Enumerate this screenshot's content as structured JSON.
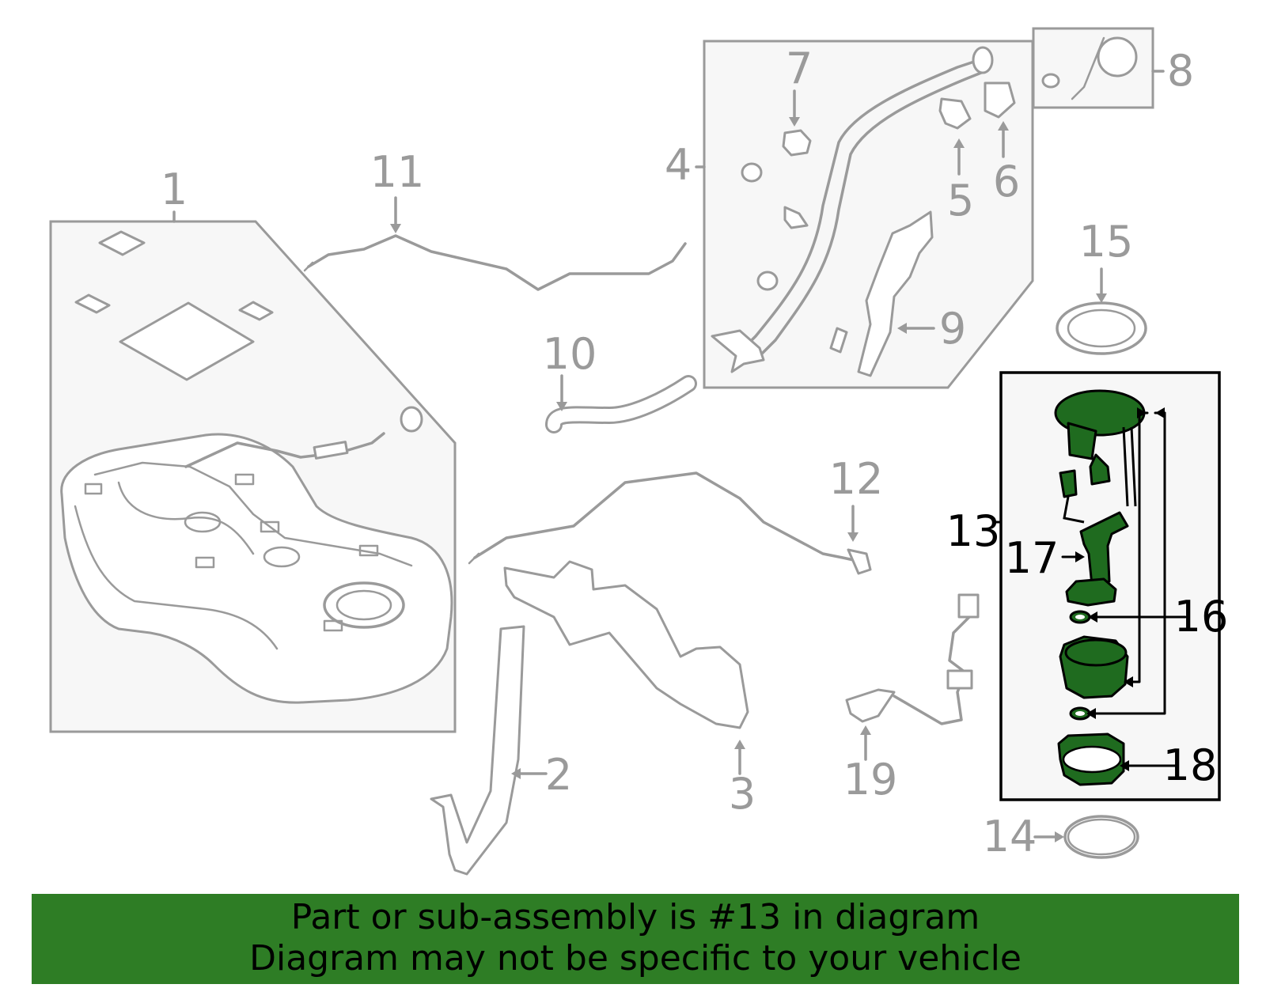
{
  "callouts": {
    "c1": "1",
    "c2": "2",
    "c3": "3",
    "c4": "4",
    "c5": "5",
    "c6": "6",
    "c7": "7",
    "c8": "8",
    "c9": "9",
    "c10": "10",
    "c11": "11",
    "c12": "12",
    "c13": "13",
    "c14": "14",
    "c15": "15",
    "c16": "16",
    "c17": "17",
    "c18": "18",
    "c19": "19"
  },
  "highlighted_part": "13",
  "colors": {
    "highlight": "#1f6b1f",
    "banner": "#2e7d25",
    "outline": "#9a9a9a"
  },
  "banner": {
    "line1": "Part or sub-assembly is #13 in diagram",
    "line2": "Diagram may not be specific to your vehicle"
  }
}
